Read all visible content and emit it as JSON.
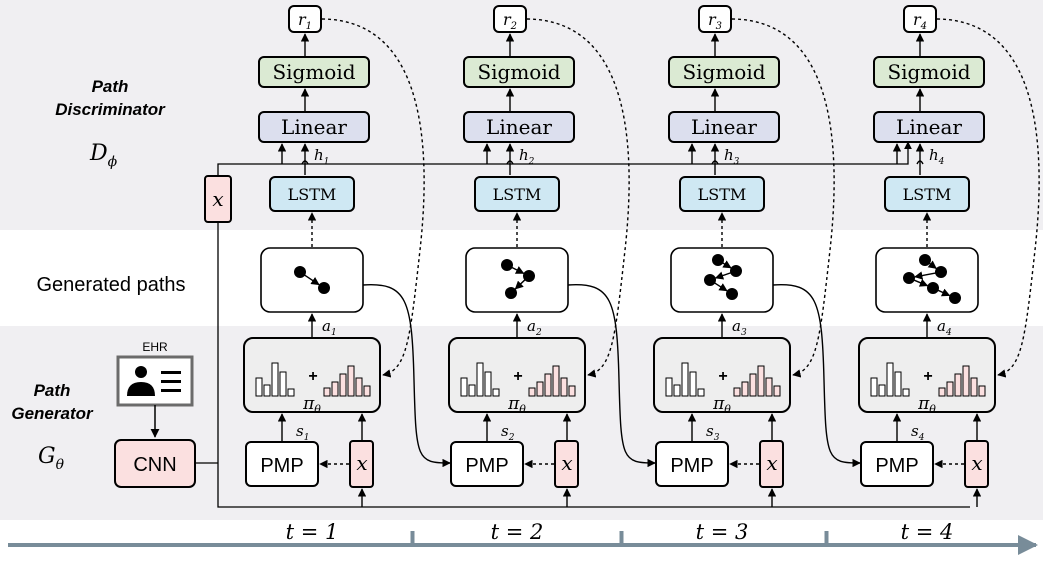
{
  "sections": {
    "discriminator": {
      "title_line1": "Path",
      "title_line2": "Discriminator",
      "symbol_base": "D",
      "symbol_sub": "ϕ"
    },
    "generated_paths": {
      "label": "Generated paths"
    },
    "generator": {
      "title_line1": "Path",
      "title_line2": "Generator",
      "symbol_base": "G",
      "symbol_sub": "θ"
    }
  },
  "ehr": {
    "label": "EHR"
  },
  "cnn": {
    "label": "CNN"
  },
  "input_x": "x",
  "blocks": {
    "sigmoid": "Sigmoid",
    "linear": "Linear",
    "lstm": "LSTM",
    "pmp": "PMP",
    "policy_plus": "+",
    "policy_base": "π",
    "policy_sub": "θ"
  },
  "steps": [
    {
      "reward": "r",
      "reward_sub": "1",
      "hidden": "h",
      "hidden_sub": "1",
      "action": "a",
      "action_sub": "1",
      "state": "s",
      "state_sub": "1",
      "time_label": "t = 1",
      "path_nodes": 2
    },
    {
      "reward": "r",
      "reward_sub": "2",
      "hidden": "h",
      "hidden_sub": "2",
      "action": "a",
      "action_sub": "2",
      "state": "s",
      "state_sub": "2",
      "time_label": "t = 2",
      "path_nodes": 3
    },
    {
      "reward": "r",
      "reward_sub": "3",
      "hidden": "h",
      "hidden_sub": "3",
      "action": "a",
      "action_sub": "3",
      "state": "s",
      "state_sub": "3",
      "time_label": "t = 3",
      "path_nodes": 4
    },
    {
      "reward": "r",
      "reward_sub": "4",
      "hidden": "h",
      "hidden_sub": "4",
      "action": "a",
      "action_sub": "4",
      "state": "s",
      "state_sub": "4",
      "time_label": "t = 4",
      "path_nodes": 5
    }
  ],
  "colors": {
    "band": "#f0eff2",
    "sigmoid_fill": "#dbead3",
    "linear_fill": "#dcdfee",
    "lstm_fill": "#cfe8f3",
    "pink_fill": "#fbe0e0",
    "policy_fill": "#eeeeee",
    "timeline": "#788c99",
    "ehr_frame": "#6b6b6b"
  }
}
